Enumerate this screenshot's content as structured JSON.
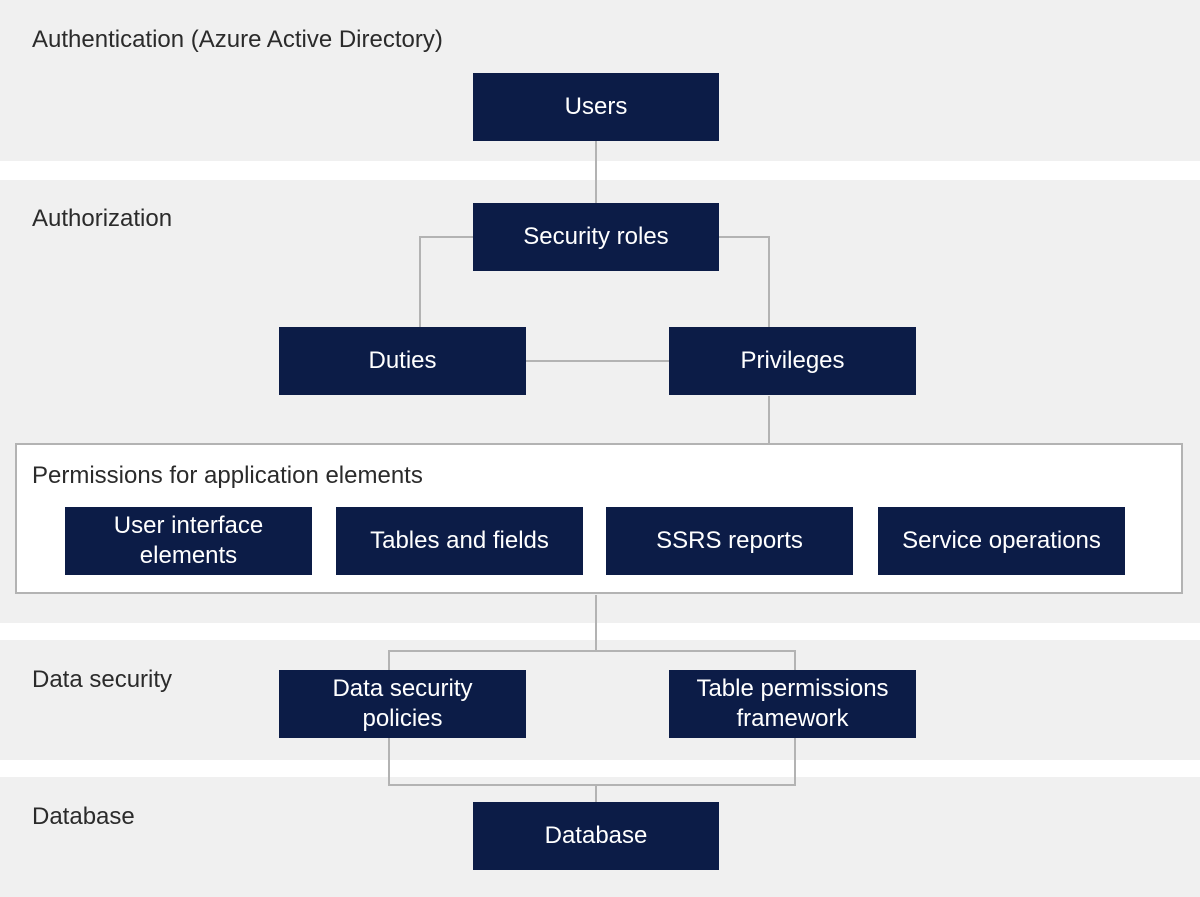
{
  "sections": {
    "authentication": "Authentication (Azure Active Directory)",
    "authorization": "Authorization",
    "data_security": "Data security",
    "database": "Database"
  },
  "permissions_panel": {
    "label": "Permissions for application elements"
  },
  "nodes": {
    "users": "Users",
    "security_roles": "Security roles",
    "duties": "Duties",
    "privileges": "Privileges",
    "ui_elements": "User interface\nelements",
    "tables_fields": "Tables and fields",
    "ssrs_reports": "SSRS reports",
    "service_operations": "Service operations",
    "data_security_policies": "Data security\npolicies",
    "table_permissions": "Table permissions\nframework",
    "database": "Database"
  },
  "colors": {
    "node_fill": "#0c1c47",
    "band_fill": "#f0f0f0",
    "connector": "#b3b3b3",
    "text": "#2b2b2b"
  }
}
